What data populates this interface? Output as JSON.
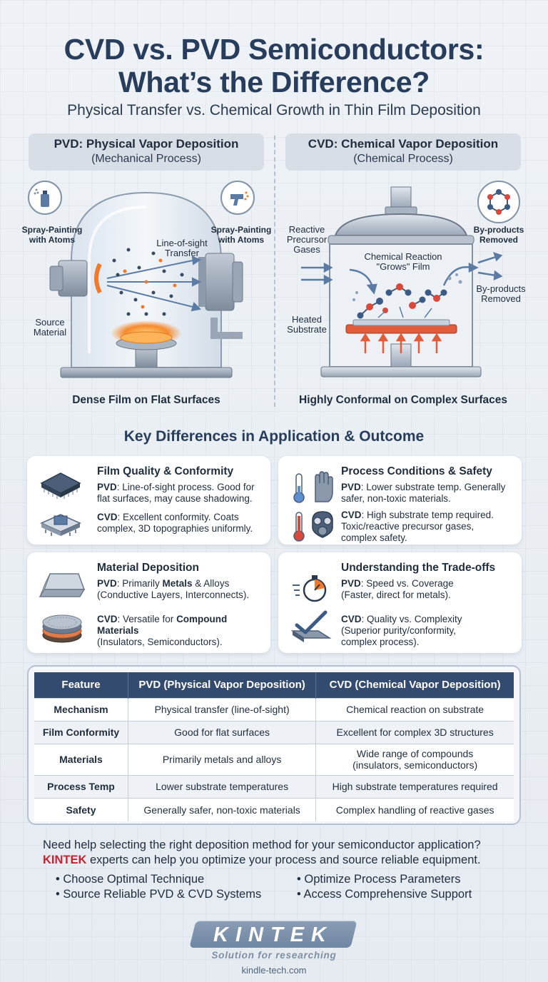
{
  "header": {
    "title_line1": "CVD vs. PVD Semiconductors:",
    "title_line2": "What’s the Difference?",
    "subtitle": "Physical Transfer vs. Chemical Growth in Thin Film Deposition"
  },
  "pvd_panel": {
    "heading": "PVD: Physical Vapor Deposition",
    "subheading": "(Mechanical Process)",
    "label_spray_left_1": "Spray-Painting",
    "label_spray_left_2": "with Atoms",
    "label_spray_right_1": "Spray-Painting",
    "label_spray_right_2": "with Atoms",
    "label_transfer_1": "Line-of-sight",
    "label_transfer_2": "Transfer",
    "label_source_1": "Source",
    "label_source_2": "Material",
    "caption": "Dense Film on Flat Surfaces"
  },
  "cvd_panel": {
    "heading": "CVD: Chemical Vapor Deposition",
    "subheading": "(Chemical Process)",
    "label_gases_1": "Reactive",
    "label_gases_2": "Precursor",
    "label_gases_3": "Gases",
    "label_reaction_1": "Chemical Reaction",
    "label_reaction_2": "\"Grows\" Film",
    "label_byprod_top_1": "By-products",
    "label_byprod_top_2": "Removed",
    "label_byprod_mid_1": "By-products",
    "label_byprod_mid_2": "Removed",
    "label_substrate_1": "Heated",
    "label_substrate_2": "Substrate",
    "caption": "Highly Conformal on Complex Surfaces"
  },
  "key_differences": {
    "title": "Key Differences in Application & Outcome",
    "cards": [
      {
        "title": "Film Quality & Conformity",
        "pvd_label": "PVD",
        "pvd_line1": ": Line-of-sight process. Good for",
        "pvd_line2": "flat surfaces, may cause shadowing.",
        "cvd_label": "CVD",
        "cvd_line1": ": Excellent conformity. Coats",
        "cvd_line2": "complex, 3D topographies uniformly."
      },
      {
        "title": "Process Conditions & Safety",
        "pvd_label": "PVD",
        "pvd_line1": ": Lower substrate temp. Generally",
        "pvd_line2": "safer, non-toxic materials.",
        "cvd_label": "CVD",
        "cvd_line1": ": High substrate temp required.",
        "cvd_line2": "Toxic/reactive precursor gases,",
        "cvd_line3": "complex safety."
      },
      {
        "title": "Material Deposition",
        "pvd_label": "PVD",
        "pvd_pre": ": Primarily ",
        "pvd_bold": "Metals",
        "pvd_post": " & Alloys",
        "pvd_line2": "(Conductive Layers, Interconnects).",
        "cvd_label": "CVD",
        "cvd_pre": ": Versatile for ",
        "cvd_bold": "Compound Materials",
        "cvd_line2": "(Insulators, Semiconductors)."
      },
      {
        "title": "Understanding the Trade-offs",
        "pvd_label": "PVD",
        "pvd_line1": ": Speed vs. Coverage",
        "pvd_line2": "(Faster, direct for metals).",
        "cvd_label": "CVD",
        "cvd_line1": ": Quality vs. Complexity",
        "cvd_line2": "(Superior purity/conformity,",
        "cvd_line3": "complex process)."
      }
    ]
  },
  "comparison_table": {
    "headers": [
      "Feature",
      "PVD (Physical Vapor Deposition)",
      "CVD (Chemical Vapor Deposition)"
    ],
    "rows": [
      {
        "feature": "Mechanism",
        "pvd": "Physical transfer (line-of-sight)",
        "cvd": "Chemical reaction on substrate"
      },
      {
        "feature": "Film Conformity",
        "pvd": "Good for flat surfaces",
        "cvd": "Excellent for complex 3D structures"
      },
      {
        "feature": "Materials",
        "pvd": "Primarily metals and alloys",
        "cvd_line1": "Wide range of compounds",
        "cvd_line2": "(insulators, semiconductors)"
      },
      {
        "feature": "Process Temp",
        "pvd": "Lower substrate temperatures",
        "cvd": "High substrate temperatures required"
      },
      {
        "feature": "Safety",
        "pvd": "Generally safer, non-toxic materials",
        "cvd": "Complex handling of reactive gases"
      }
    ]
  },
  "cta": {
    "line1": "Need help selecting the right deposition method for your semiconductor application?",
    "brand": "KINTEK",
    "line2_rest": " experts can help you optimize your process and source reliable equipment.",
    "bullets": [
      "Choose Optimal Technique",
      "Optimize Process Parameters",
      "Source Reliable PVD & CVD Systems",
      "Access Comprehensive Support"
    ]
  },
  "footer": {
    "logo": "KINTEK",
    "tagline": "Solution for researching",
    "url": "kindle-tech.com"
  },
  "colors": {
    "title": "#283d5c",
    "table_header": "#334b6e",
    "brand_red": "#c8202e",
    "accent_orange": "#f07a2a"
  }
}
